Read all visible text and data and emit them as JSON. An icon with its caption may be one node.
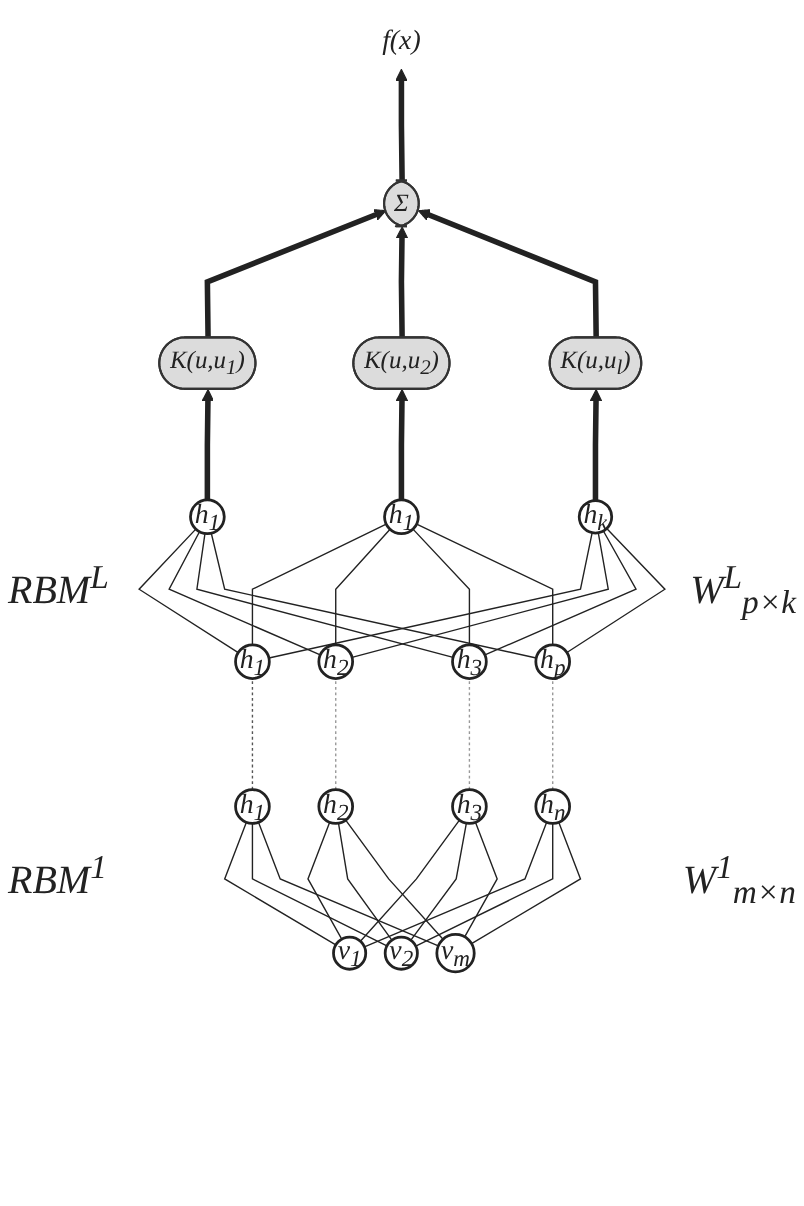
{
  "diagram": {
    "nodes": [
      {
        "text": [
          "f(x)"
        ]
      },
      {
        "text": [
          "Σ"
        ]
      },
      {
        "text": [
          "K(u,u$_{1}$)"
        ]
      },
      {
        "text": [
          "K(u,u$_{2}$)"
        ]
      },
      {
        "text": [
          "K(u,u$_{l}$)"
        ]
      },
      {
        "text": [
          "h$_{1}$"
        ]
      },
      {
        "text": [
          "h$_{1}$"
        ]
      },
      {
        "text": [
          "h$_{k}$"
        ]
      },
      {
        "text": [
          "h$_{1}$"
        ]
      },
      {
        "text": [
          "h$_{2}$"
        ]
      },
      {
        "text": [
          "h$_{3}$"
        ]
      },
      {
        "text": [
          "h$_{p}$"
        ]
      },
      {
        "text": [
          "h$_{1}$"
        ]
      },
      {
        "text": [
          "h$_{2}$"
        ]
      },
      {
        "text": [
          "h$_{3}$"
        ]
      },
      {
        "text": [
          "h$_{n}$"
        ]
      },
      {
        "text": [
          "v$_{1}$"
        ]
      },
      {
        "text": [
          "v$_{2}$"
        ]
      },
      {
        "text": [
          "v$_{m}$"
        ]
      }
    ],
    "edges": [
      {
        "from": 1,
        "to": 0,
        "arrow": "to",
        "style": "thick"
      },
      {
        "from": 2,
        "to": 1,
        "arrow": "to",
        "style": "thick"
      },
      {
        "from": 3,
        "to": 1,
        "arrow": "to",
        "style": "thick"
      },
      {
        "from": 4,
        "to": 1,
        "arrow": "to",
        "style": "thick"
      },
      {
        "from": 5,
        "to": 2,
        "arrow": "to",
        "style": "thick"
      },
      {
        "from": 6,
        "to": 3,
        "arrow": "to",
        "style": "thick"
      },
      {
        "from": 7,
        "to": 4,
        "arrow": "to",
        "style": "thick"
      },
      {
        "from": 8,
        "to": 5,
        "arrow": "none"
      },
      {
        "from": 8,
        "to": 6,
        "arrow": "none"
      },
      {
        "from": 8,
        "to": 7,
        "arrow": "none"
      },
      {
        "from": 9,
        "to": 5,
        "arrow": "none"
      },
      {
        "from": 9,
        "to": 6,
        "arrow": "none"
      },
      {
        "from": 9,
        "to": 7,
        "arrow": "none"
      },
      {
        "from": 10,
        "to": 5,
        "arrow": "none"
      },
      {
        "from": 10,
        "to": 6,
        "arrow": "none"
      },
      {
        "from": 10,
        "to": 7,
        "arrow": "none"
      },
      {
        "from": 11,
        "to": 5,
        "arrow": "none"
      },
      {
        "from": 11,
        "to": 6,
        "arrow": "none"
      },
      {
        "from": 11,
        "to": 7,
        "arrow": "none"
      },
      {
        "from": 12,
        "to": 8,
        "arrow": "none",
        "style": "dashed",
        "color": "#555555"
      },
      {
        "from": 13,
        "to": 9,
        "arrow": "none",
        "style": "dashed",
        "color": "#999999"
      },
      {
        "from": 14,
        "to": 10,
        "arrow": "none",
        "style": "dashed",
        "color": "#999999"
      },
      {
        "from": 15,
        "to": 11,
        "arrow": "none",
        "style": "dashed",
        "color": "#999999"
      },
      {
        "from": 16,
        "to": 12,
        "arrow": "none"
      },
      {
        "from": 16,
        "to": 13,
        "arrow": "none"
      },
      {
        "from": 16,
        "to": 14,
        "arrow": "none"
      },
      {
        "from": 16,
        "to": 15,
        "arrow": "none"
      },
      {
        "from": 17,
        "to": 12,
        "arrow": "none"
      },
      {
        "from": 17,
        "to": 13,
        "arrow": "none"
      },
      {
        "from": 17,
        "to": 14,
        "arrow": "none"
      },
      {
        "from": 17,
        "to": 15,
        "arrow": "none"
      },
      {
        "from": 18,
        "to": 12,
        "arrow": "none"
      },
      {
        "from": 18,
        "to": 13,
        "arrow": "none"
      },
      {
        "from": 18,
        "to": 14,
        "arrow": "none"
      },
      {
        "from": 18,
        "to": 15,
        "arrow": "none"
      }
    ],
    "labels": [
      "RBM$^{L}$",
      "W$^{L}$$_{p×k}$",
      "RBM$^{1}$",
      "W$^{1}$$_{m×n}$"
    ]
  }
}
